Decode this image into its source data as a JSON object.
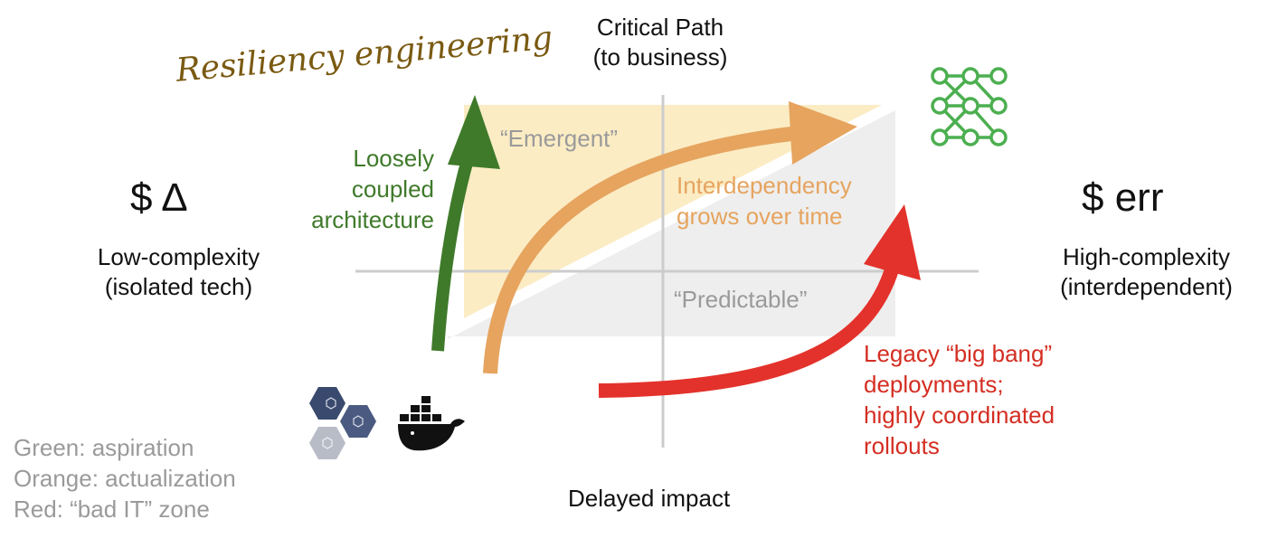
{
  "axes": {
    "top": [
      "Critical Path",
      "(to business)"
    ],
    "bottom": "Delayed impact",
    "left": {
      "symbol": "$ Δ",
      "line1": "Low-complexity",
      "line2": "(isolated tech)"
    },
    "right": {
      "symbol": "$ err",
      "line1": "High-complexity",
      "line2": "(interdependent)"
    }
  },
  "title": "Resiliency engineering",
  "regions": {
    "emergent": "“Emergent”",
    "predictable": "“Predictable”"
  },
  "arrows": {
    "green": [
      "Loosely",
      "coupled",
      "architecture"
    ],
    "orange": [
      "Interdependency",
      "grows over time"
    ],
    "red": [
      "Legacy “big bang”",
      "deployments;",
      "highly coordinated",
      "rollouts"
    ]
  },
  "legend": [
    "Green: aspiration",
    "Orange: actualization",
    "Red: “bad IT” zone"
  ],
  "icons": {
    "hexagons": "hexagon-cluster-icon",
    "docker": "docker-whale-icon",
    "network": "network-graph-icon"
  },
  "colors": {
    "green": "#3f7a2a",
    "orange": "#e6a45f",
    "red": "#e3322b",
    "emergent_fill": "#fbecc4",
    "predictable_fill": "#eeeeee",
    "axis": "#cccccc",
    "legend": "#9a9a9a",
    "script": "#7a5a12",
    "network_icon": "#4caf50",
    "hex_dark": "#3a4a6e",
    "hex_light": "#b8bcc6"
  }
}
